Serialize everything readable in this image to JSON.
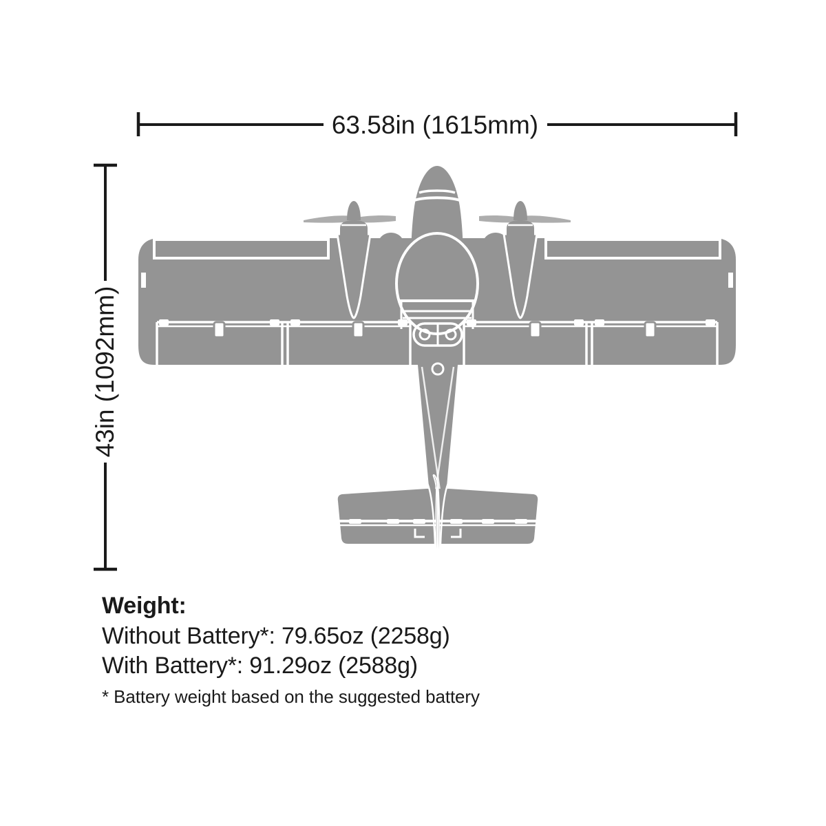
{
  "dimensions": {
    "wingspan": {
      "label": "63.58in (1615mm)",
      "name": "wingspan"
    },
    "length": {
      "label": "43in (1092mm)",
      "name": "length"
    }
  },
  "weight": {
    "heading": "Weight:",
    "without_battery": "Without Battery*: 79.65oz (2258g)",
    "with_battery": "With Battery*: 91.29oz (2588g)",
    "footnote": "* Battery weight based on the suggested battery"
  },
  "aircraft": {
    "view": "top-down plan view",
    "type": "twin-engine propeller airplane",
    "fill_color": "#949494",
    "detail_color": "#ffffff",
    "features": [
      "nose-cone",
      "cockpit-canopy",
      "left-engine-nacelle",
      "right-engine-nacelle",
      "left-propeller",
      "right-propeller",
      "left-wing",
      "right-wing",
      "left-aileron",
      "right-aileron",
      "left-flap",
      "right-flap",
      "battery-hatch",
      "fuselage-boom",
      "horizontal-stabilizer",
      "elevator",
      "vertical-fin"
    ]
  },
  "colors": {
    "background": "#ffffff",
    "line": "#1a1a1a",
    "aircraft_fill": "#949494"
  }
}
